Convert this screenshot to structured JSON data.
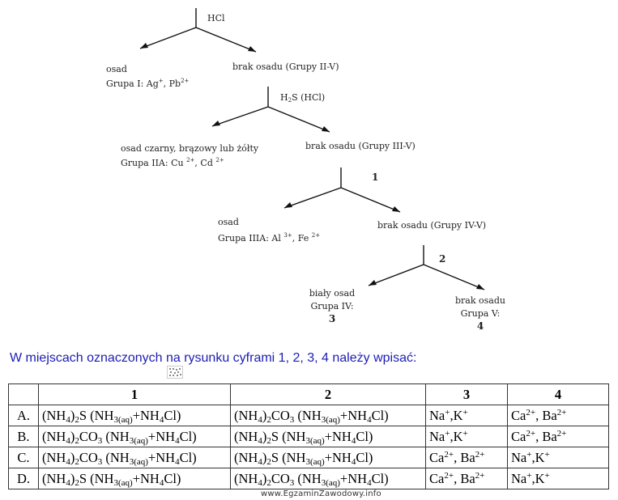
{
  "diagram": {
    "reagent_top": "HCl",
    "node1": {
      "precipitate_label": "osad",
      "precipitate_group": "Grupa I: Ag",
      "ion_a_charge": "+",
      "ion_b": ", Pb",
      "ion_b_charge": "2+",
      "no_precipitate": "brak osadu (Grupy II-V)"
    },
    "node2": {
      "reagent_main": "H",
      "reagent_sub": "2",
      "reagent_rest": "S (HCl)",
      "precipitate_label": "osad czarny, brązowy lub żółty",
      "precipitate_group": "Grupa IIA: Cu",
      "ion_a_charge": "2+",
      "ion_b": ", Cd",
      "ion_b_charge": "2+",
      "no_precipitate": "brak osadu (Grupy III-V)"
    },
    "node3": {
      "marker": "1",
      "precipitate_label": "osad",
      "precipitate_group": "Grupa IIIA: Al",
      "ion_a_charge": "3+",
      "ion_b": ", Fe",
      "ion_b_charge": "2+",
      "no_precipitate": "brak osadu (Grupy IV-V)"
    },
    "node4": {
      "marker": "2",
      "left_label": "biały osad",
      "left_group": "Grupa IV:",
      "left_marker": "3",
      "right_label": "brak osadu",
      "right_group": "Grupa V:",
      "right_marker": "4"
    }
  },
  "question": "W miejscach oznaczonych na rysunku cyframi  1, 2, 3, 4 należy wpisać:",
  "answer_table": {
    "headers": [
      "",
      "1",
      "2",
      "3",
      "4"
    ],
    "rows": [
      {
        "letter": "A."
      },
      {
        "letter": "B."
      },
      {
        "letter": "C."
      },
      {
        "letter": "D."
      }
    ],
    "chem": {
      "nh4": "(NH",
      "nh4_sub": "4",
      "close_paren": ")",
      "two": "2",
      "sulfide": "S",
      "carbonate": "CO",
      "three": "3",
      "buffer_open": " (NH",
      "buffer_sub": "3(aq)",
      "buffer_plus": "+NH",
      "buffer_close": "Cl)",
      "na": "Na",
      "plus": "+",
      "comma_k": ",K",
      "ca": "Ca",
      "charge2": "2+",
      "comma_ba": ", Ba"
    }
  },
  "watermark": "www.EgzaminZawodowy.info"
}
